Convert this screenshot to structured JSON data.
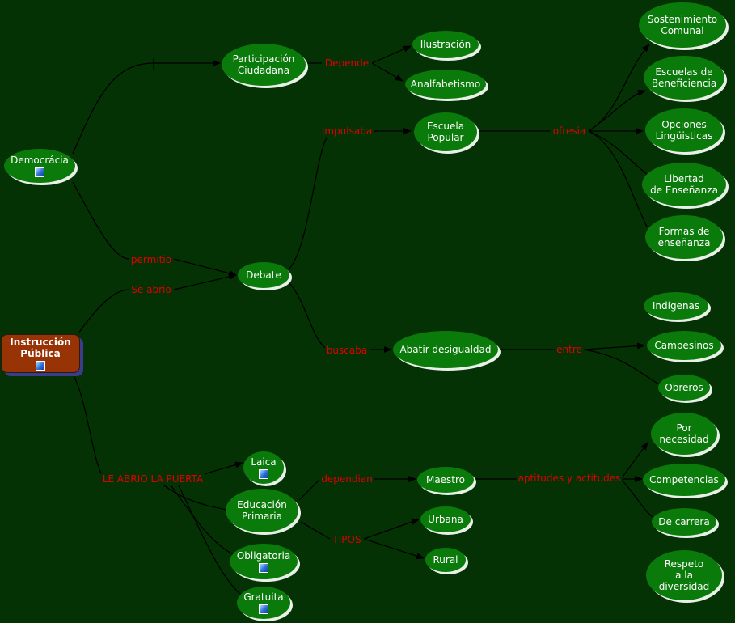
{
  "nodes": {
    "instruccion": "Instrucción\nPública",
    "democracia": "Democrácia",
    "participacion": "Participación\nCiudadana",
    "ilustracion": "Ilustración",
    "analfabetismo": "Analfabetismo",
    "debate": "Debate",
    "escuela_popular": "Escuela\nPopular",
    "sostenimiento": "Sostenimiento\nComunal",
    "escuelas_beneficiencia": "Escuelas de\nBeneficiencia",
    "opciones": "Opciones\nLingüisticas",
    "libertad": "Libertad\nde Enseñanza",
    "formas": "Formas de\nenseñanza",
    "abatir": "Abatir desigualdad",
    "indigenas": "Indígenas",
    "campesinos": "Campesinos",
    "obreros": "Obreros",
    "laica": "Laica",
    "educacion_primaria": "Educación\nPrimaria",
    "obligatoria": "Obligatoria",
    "gratuita": "Gratuita",
    "maestro": "Maestro",
    "urbana": "Urbana",
    "rural": "Rural",
    "por_necesidad": "Por\nnecesidad",
    "competencias": "Competencias",
    "de_carrera": "De carrera",
    "respeto": "Respeto\na la\ndiversidad"
  },
  "links": {
    "depende": "Depende",
    "impulsaba": "Impulsaba",
    "ofresia": "ofresia",
    "permitio": "permitio",
    "se_abrio": "Se abrio",
    "buscaba": "buscaba",
    "entre": "entre",
    "le_abrio": "LE ABRIO LA PUERTA",
    "dependian": "dependian",
    "aptitudes": "aptitudes y actitudes",
    "tipos": "TIPOS"
  },
  "colors": {
    "background": "#043204",
    "node_fill": "#0a7a0a",
    "root_fill": "#983306",
    "link_label": "#e00000",
    "line": "#000000"
  }
}
